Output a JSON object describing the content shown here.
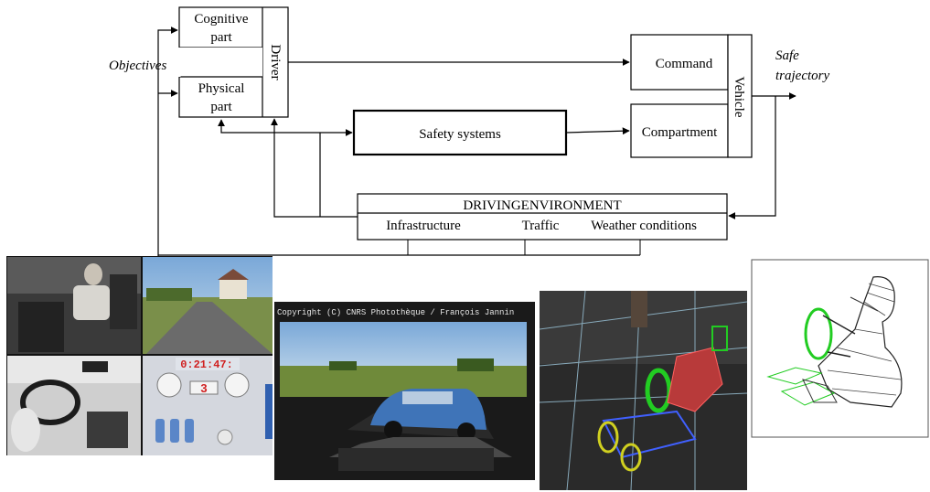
{
  "diagram": {
    "cognitive_part": [
      "Cognitive",
      "part"
    ],
    "physical_part": [
      "Physical",
      "part"
    ],
    "driver": "Driver",
    "objectives": "Objectives",
    "command": "Command",
    "compartment": "Compartment",
    "vehicle": "Vehicle",
    "safe_trajectory": [
      "Safe",
      "trajectory"
    ],
    "safety_systems": "Safety systems",
    "environment_title": "DRIVINGENVIRONMENT",
    "environment_items": [
      "Infrastructure",
      "Traffic",
      "Weather conditions"
    ]
  },
  "photos": {
    "simulator_panel": {
      "timer": "0:21:47:",
      "gear": "3"
    },
    "simulator_room": {
      "copyright": "Copyright (C) CNRS Photothèque / François Jannin"
    }
  },
  "colors": {
    "line": "#000000",
    "manikin_accent": "#22cc22"
  }
}
